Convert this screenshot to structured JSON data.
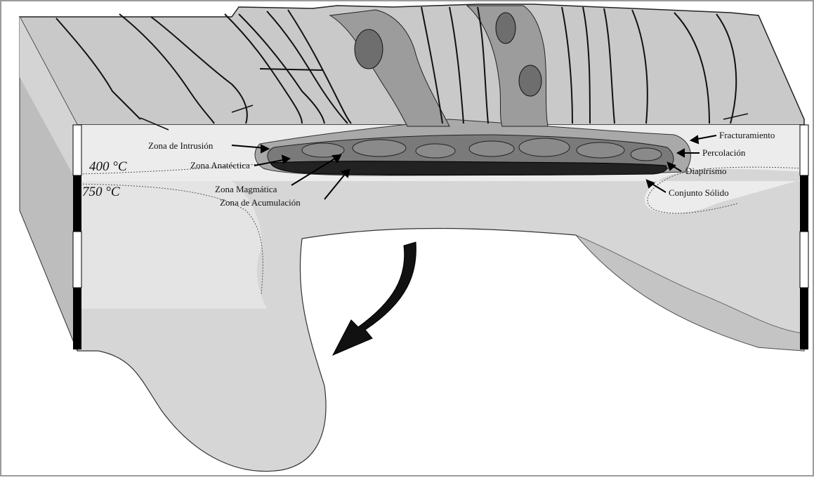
{
  "diagram": {
    "temperatures": {
      "t400": "400 °C",
      "t750": "750 °C"
    },
    "labels_left": {
      "intrusion": "Zona de Intrusión",
      "anatectic": "Zona Anatéctica",
      "magmatic": "Zona Magmática",
      "accumulation": "Zona de Acumulación"
    },
    "labels_right": {
      "fracturing": "Fracturamiento",
      "percolation": "Percolación",
      "diapirism": "Diapirismo",
      "solid": "Conjunto Sólido"
    },
    "colors": {
      "background": "#ffffff",
      "block_face": "#d9d9d9",
      "top_surface": "#c9c9c9",
      "shallow_zone": "#e8e8e8",
      "melt_light": "#a9a9a9",
      "melt_dark": "#555555",
      "accumulation": "#222222",
      "lines": "#111111"
    }
  }
}
